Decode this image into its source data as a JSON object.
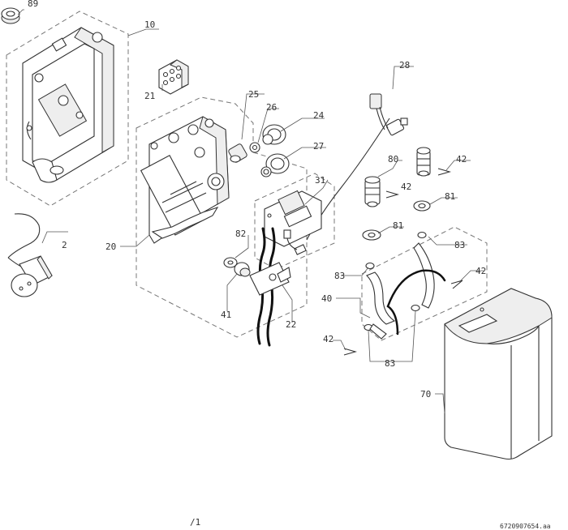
{
  "callouts": [
    "89",
    "10",
    "21",
    "25",
    "26",
    "24",
    "27",
    "28",
    "80",
    "42",
    "81",
    "2",
    "31",
    "20",
    "82",
    "83",
    "41",
    "22",
    "40",
    "70",
    "/1"
  ],
  "drawing_number": "6720907654.aa"
}
